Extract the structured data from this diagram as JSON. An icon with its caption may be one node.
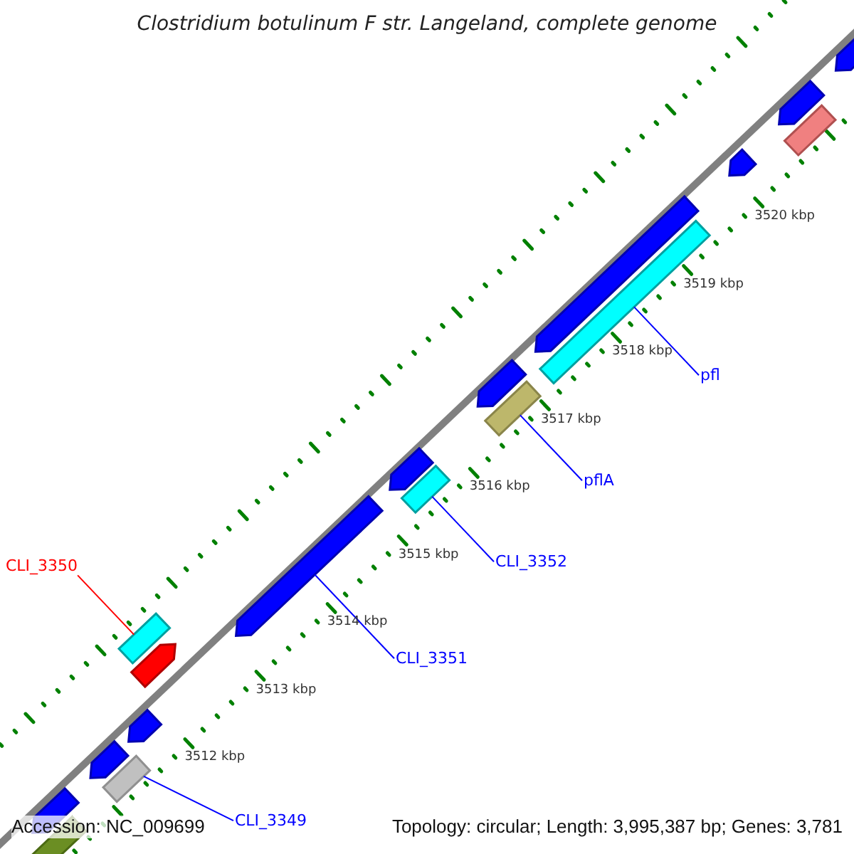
{
  "diagram": {
    "title": "Clostridium botulinum F str. Langeland, complete genome",
    "nodes": [
      {
        "text": [],
        "shape": "arrow"
      },
      {
        "text": [],
        "shape": "arrow"
      },
      {
        "text": [],
        "shape": "bar"
      },
      {
        "text": [],
        "shape": "arrow"
      },
      {
        "text": [],
        "shape": "arrow"
      },
      {
        "text": [],
        "shape": "bar"
      },
      {
        "text": [
          "pfl"
        ]
      },
      {
        "text": [],
        "shape": "arrow"
      },
      {
        "text": [],
        "shape": "bar"
      },
      {
        "text": [
          "pflA"
        ]
      },
      {
        "text": [],
        "shape": "arrow"
      },
      {
        "text": [],
        "shape": "bar"
      },
      {
        "text": [
          "CLI_3352"
        ]
      },
      {
        "text": [
          "CLI_3350"
        ]
      },
      {
        "text": [],
        "shape": "arrow"
      },
      {
        "text": [],
        "shape": "bar"
      },
      {
        "text": [],
        "shape": "arrow"
      },
      {
        "text": [
          "CLI_3351"
        ]
      },
      {
        "text": [],
        "shape": "arrow"
      },
      {
        "text": [],
        "shape": "arrow"
      },
      {
        "text": [],
        "shape": "bar"
      },
      {
        "text": [],
        "shape": "arrow"
      },
      {
        "text": [],
        "shape": "bar"
      },
      {
        "text": [
          "CLI_3349"
        ]
      }
    ],
    "edges": [
      {
        "from": 6,
        "to": 5,
        "arrow": "none"
      },
      {
        "from": 9,
        "to": 8,
        "arrow": "none"
      },
      {
        "from": 12,
        "to": 11,
        "arrow": "none"
      },
      {
        "from": 17,
        "to": 14,
        "arrow": "none"
      },
      {
        "from": 13,
        "to": 15,
        "arrow": "none",
        "color": "#ff0000"
      },
      {
        "from": 23,
        "to": 20,
        "arrow": "none"
      }
    ],
    "labels": [
      "3520 kbp",
      "3519 kbp",
      "3518 kbp",
      "3517 kbp",
      "3516 kbp",
      "3515 kbp",
      "3514 kbp",
      "3513 kbp",
      "3512 kbp",
      "Accession: NC_009699",
      "Topology: circular; Length: 3,995,387 bp; Genes: 3,781"
    ]
  }
}
